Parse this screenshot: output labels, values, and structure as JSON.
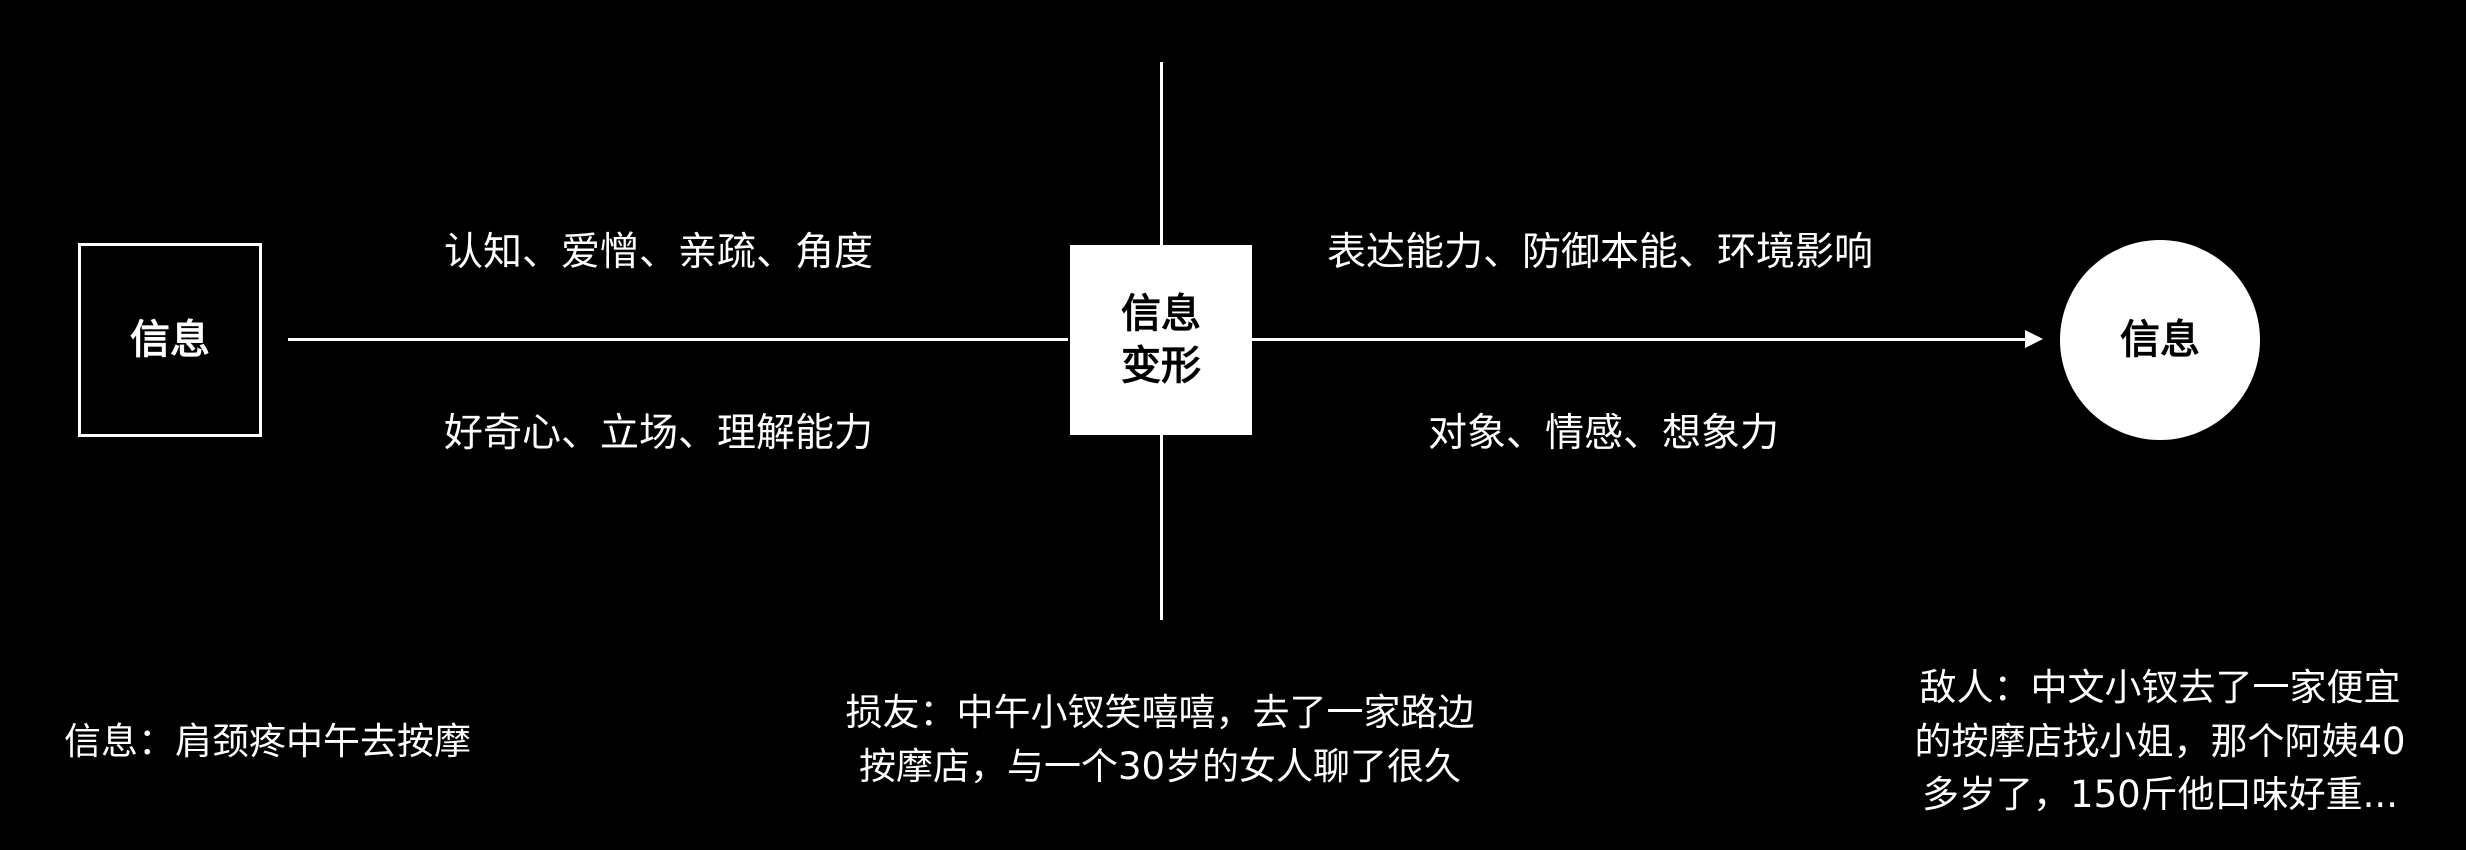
{
  "nodes": {
    "source": "信息",
    "middle_line1": "信息",
    "middle_line2": "变形",
    "result": "信息"
  },
  "factors": {
    "left_top": "认知、爱憎、亲疏、角度",
    "left_bottom": "好奇心、立场、理解能力",
    "right_top": "表达能力、防御本能、环境影响",
    "right_bottom": "对象、情感、想象力"
  },
  "examples": {
    "original": "信息：肩颈疼中午去按摩",
    "friend_line1": "损友：中午小钗笑嘻嘻，去了一家路边",
    "friend_line2": "按摩店，与一个30岁的女人聊了很久",
    "enemy_line1": "敌人：中文小钗去了一家便宜",
    "enemy_line2": "的按摩店找小姐，那个阿姨40",
    "enemy_line3": "多岁了，150斤他口味好重..."
  }
}
